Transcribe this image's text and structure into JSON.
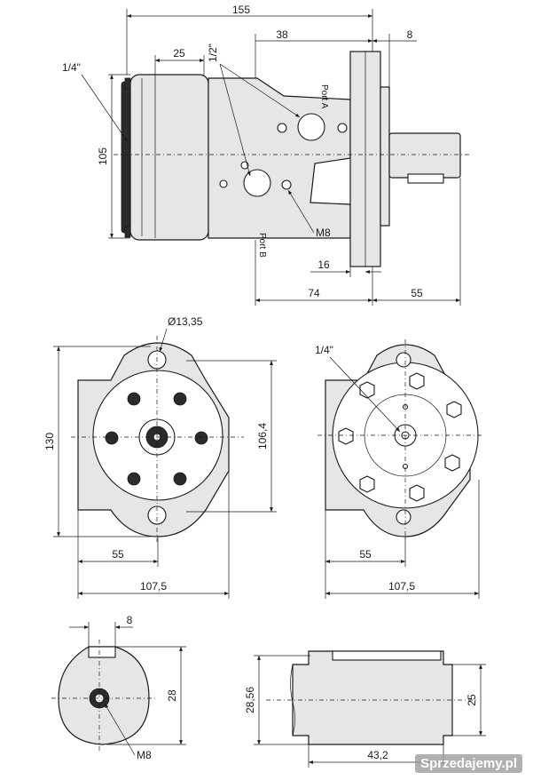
{
  "side_view": {
    "dim_total_length": "155",
    "dim_port_offset": "38",
    "dim_flange_thickness": "8",
    "dim_end_cap": "25",
    "dim_height": "105",
    "dim_flange_offset": "16",
    "dim_body_to_flange": "74",
    "dim_shaft_length": "55",
    "label_drain_thread": "1/4\"",
    "label_port_thread": "1/2\"",
    "label_port_a": "Port A",
    "label_port_b": "Port B",
    "label_mount_thread": "M8"
  },
  "front_view": {
    "dim_hole_diameter": "Ø13,35",
    "dim_height": "130",
    "dim_pilot": "106,4",
    "dim_half_width": "55",
    "dim_width": "107,5"
  },
  "rear_view": {
    "label_drain_thread": "1/4\"",
    "dim_half_width": "55",
    "dim_width": "107,5"
  },
  "shaft_end_view": {
    "dim_key": "8",
    "dim_shaft_height": "28",
    "label_thread": "M8"
  },
  "shaft_side_view": {
    "dim_shaft_height": "28,56",
    "dim_shaft_diameter": "25",
    "dim_key_length": "43,2"
  },
  "watermark": "Sprzedajemy.pl"
}
